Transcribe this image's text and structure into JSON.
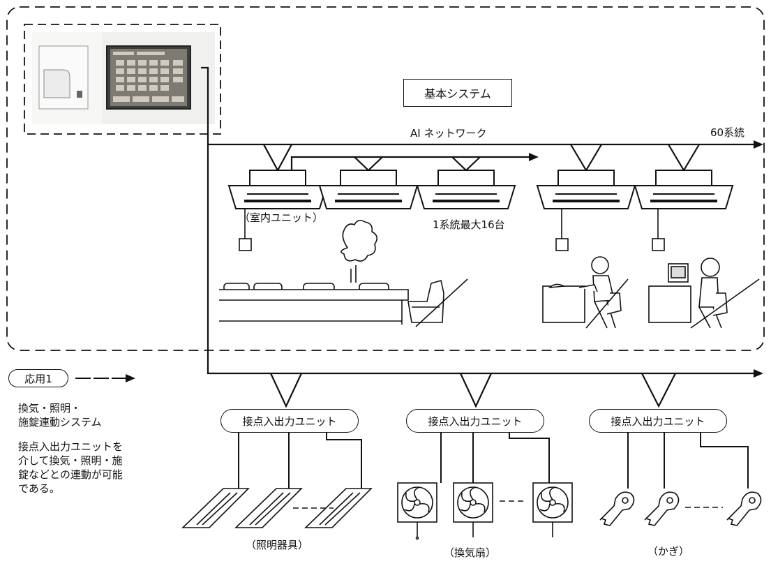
{
  "system_title": "基本システム",
  "network_label": "AI ネットワーク",
  "network_count": "60系統",
  "indoor_unit_label": "（室内ユニット）",
  "units_per_system": "1系統最大16台",
  "app1_badge": "応用1",
  "app1_title_line1": "換気・照明・",
  "app1_title_line2": "施錠連動システム",
  "app1_desc_line1": "接点入出力ユニットを",
  "app1_desc_line2": "介して換気・照明・施",
  "app1_desc_line3": "錠などとの連動が可能",
  "app1_desc_line4": "である。",
  "contact_units": [
    {
      "label": "接点入出力ユニット"
    },
    {
      "label": "接点入出力ユニット"
    },
    {
      "label": "接点入出力ユニット"
    }
  ],
  "devices": {
    "lighting": "（照明器具）",
    "fan": "（換気扇）",
    "keys": "（かぎ）"
  }
}
